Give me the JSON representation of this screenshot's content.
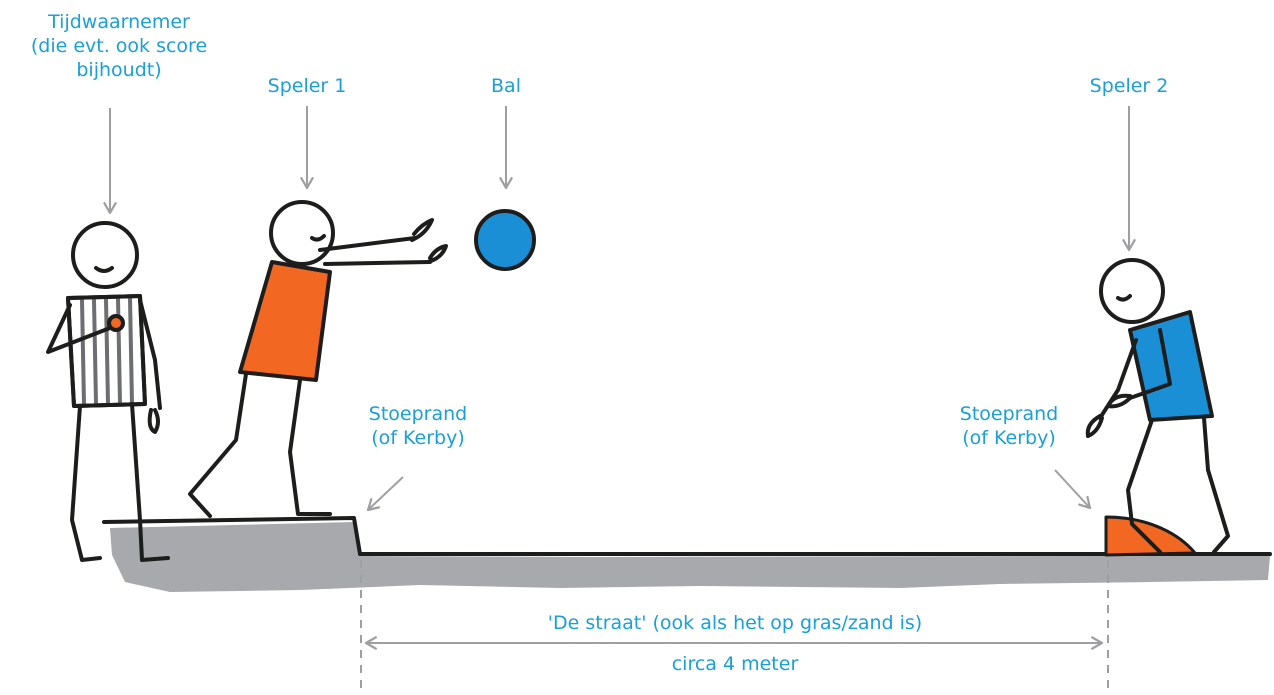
{
  "labels": {
    "timekeeper": {
      "lines": [
        "Tijdwaarnemer",
        "(die evt. ook score",
        "bijhoudt)"
      ]
    },
    "player1": "Speler 1",
    "ball": "Bal",
    "player2": "Speler 2",
    "curb_left": {
      "lines": [
        "Stoeprand",
        "(of Kerby)"
      ]
    },
    "curb_right": {
      "lines": [
        "Stoeprand",
        "(of Kerby)"
      ]
    },
    "street": "'De straat' (ook als het op gras/zand is)",
    "distance": "circa 4 meter"
  },
  "colors": {
    "label_text": "#1a9fd9",
    "player1_shirt": "#f26722",
    "player2_shirt": "#1b8fd6",
    "ball": "#1b8fd6",
    "kerby": "#f26722",
    "ground_shadow": "#a7a9ac",
    "arrows": "#9d9fa2",
    "lines": "#1d1d1b"
  }
}
